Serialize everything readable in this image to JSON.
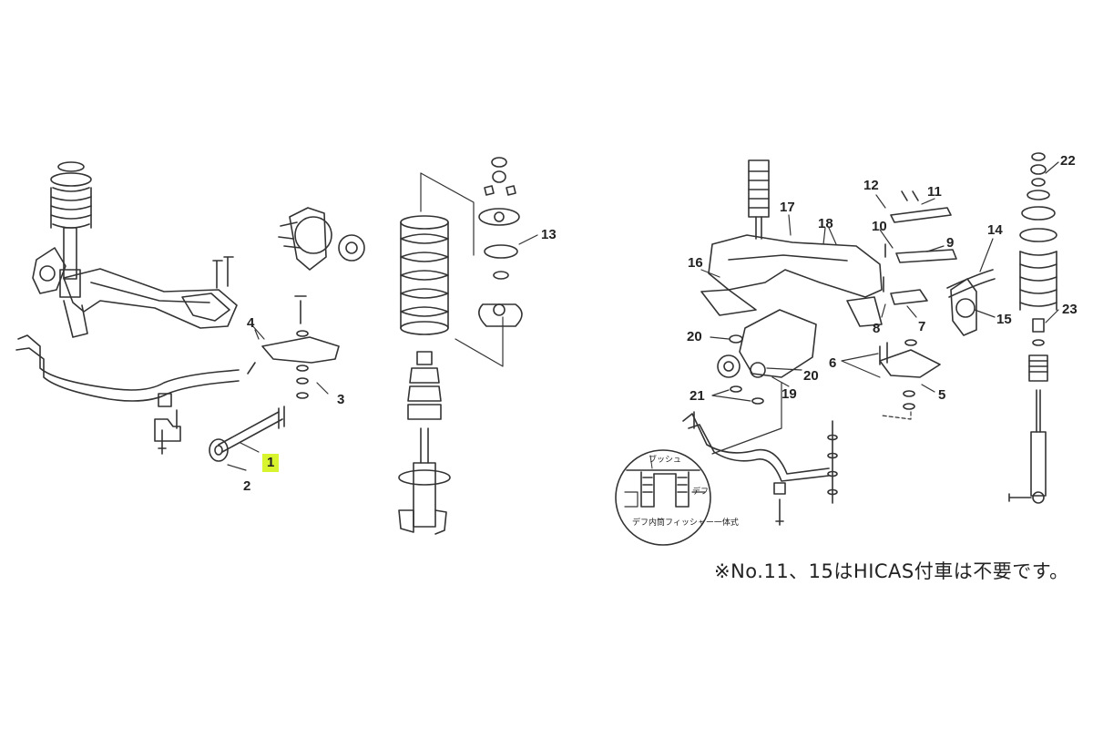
{
  "labels": {
    "n1": "1",
    "n2": "2",
    "n3": "3",
    "n4": "4",
    "n5": "5",
    "n6": "6",
    "n7": "7",
    "n8": "8",
    "n9": "9",
    "n10": "10",
    "n11": "11",
    "n12": "12",
    "n13": "13",
    "n14": "14",
    "n15": "15",
    "n16": "16",
    "n17": "17",
    "n18": "18",
    "n19": "19",
    "n20a": "20",
    "n20b": "20",
    "n21": "21",
    "n22": "22",
    "n23": "23"
  },
  "highlight_color": "#d7f42e",
  "inset": {
    "bush_label": "ブッシュ",
    "diff_label": "デフ",
    "caption": "デフ内筒フィッシャー一体式"
  },
  "footnote": "※No.11、15はHICAS付車は不要です。"
}
